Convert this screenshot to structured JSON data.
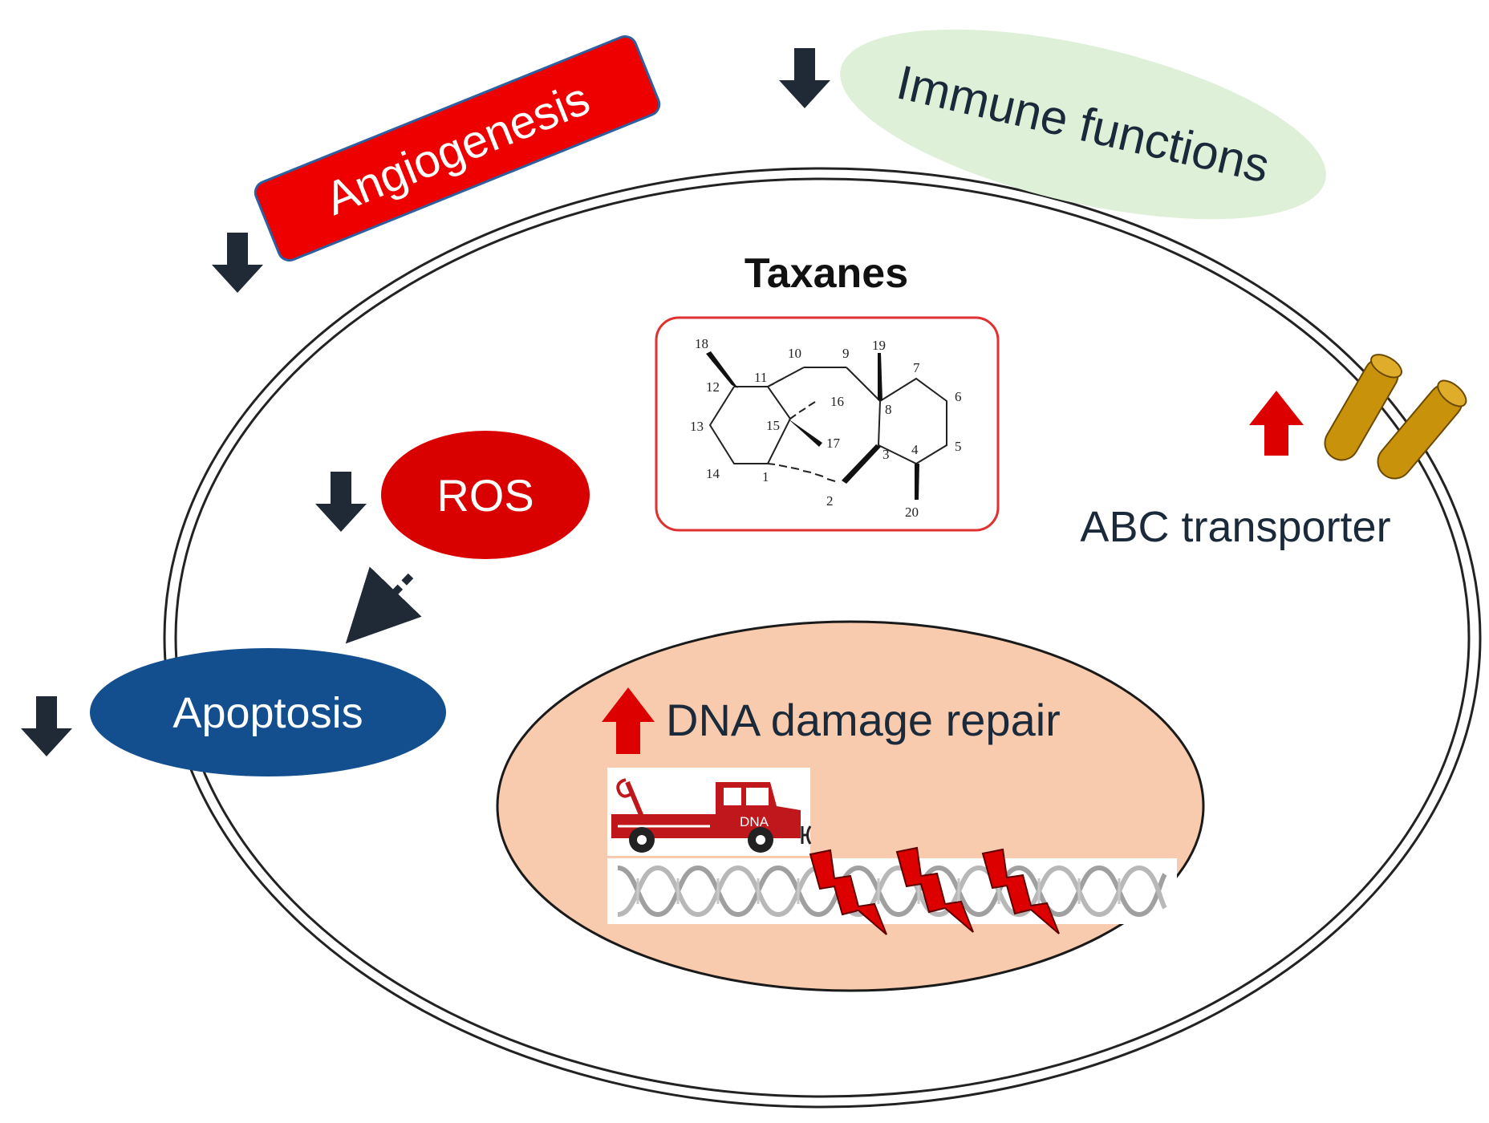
{
  "labels": {
    "angiogenesis": "Angiogenesis",
    "immune_functions": "Immune functions",
    "taxanes": "Taxanes",
    "ros": "ROS",
    "apoptosis": "Apoptosis",
    "abc_transporter": "ABC transporter",
    "dna_damage_repair": "DNA damage repair",
    "truck_dna": "DNA"
  },
  "structure_numbers": {
    "c1": "1",
    "c2": "2",
    "c3": "3",
    "c4": "4",
    "c5": "5",
    "c6": "6",
    "c7": "7",
    "c8": "8",
    "c9": "9",
    "c10": "10",
    "c11": "11",
    "c12": "12",
    "c13": "13",
    "c14": "14",
    "c15": "15",
    "c16": "16",
    "c17": "17",
    "c18": "18",
    "c19": "19",
    "c20": "20"
  },
  "regulation": {
    "angiogenesis": "down",
    "immune_functions": "down",
    "ros": "down",
    "apoptosis": "down",
    "abc_transporter": "up",
    "dna_damage_repair": "up"
  },
  "colors": {
    "angiogenesis_box": "#ee0000",
    "immune_ellipse": "#dff0d8",
    "ros_ellipse": "#d90000",
    "apoptosis_ellipse": "#134f8f",
    "nucleus_fill": "#f9cbae",
    "down_arrow": "#1f2a36",
    "up_arrow": "#dd0000",
    "transporter": "#c8920a",
    "structure_frame": "#e03030"
  }
}
